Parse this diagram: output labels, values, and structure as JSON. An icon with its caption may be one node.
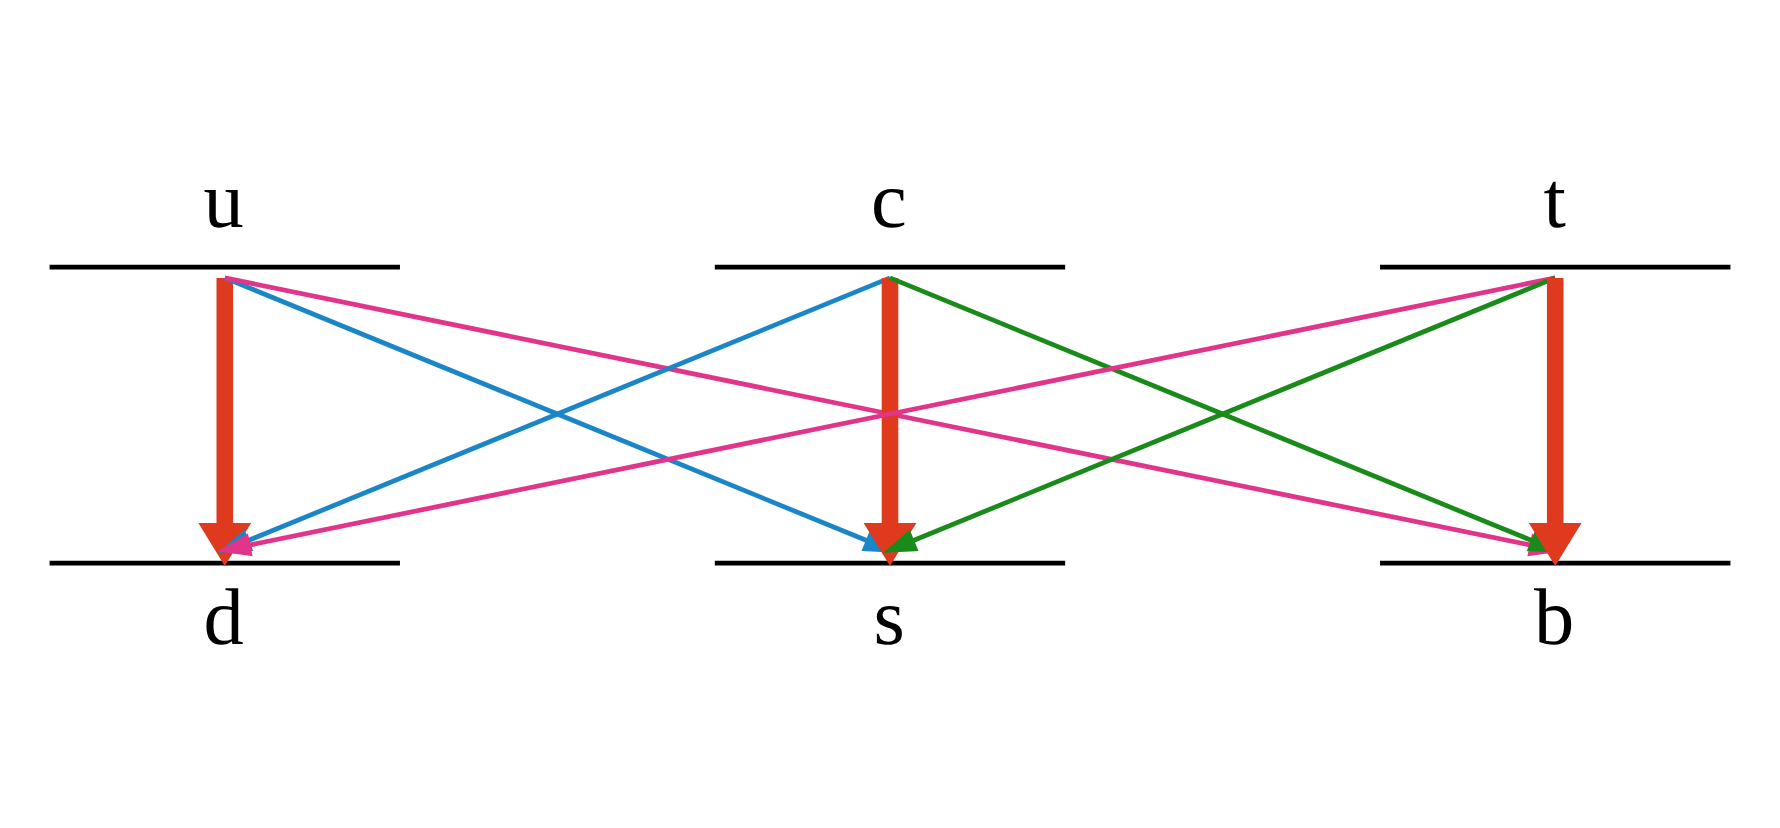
{
  "diagram": {
    "nodes": [
      {
        "text": [
          "u"
        ]
      },
      {
        "text": [
          "c"
        ]
      },
      {
        "text": [
          "t"
        ]
      },
      {
        "text": [
          "d"
        ]
      },
      {
        "text": [
          "s"
        ]
      },
      {
        "text": [
          "b"
        ]
      }
    ],
    "edges": [
      {
        "from": 0,
        "to": 3,
        "arrow": "to",
        "style": "thick",
        "color": "#e03a1e"
      },
      {
        "from": 0,
        "to": 4,
        "arrow": "to",
        "color": "#1a86c8"
      },
      {
        "from": 0,
        "to": 5,
        "arrow": "to",
        "color": "#e0358a"
      },
      {
        "from": 1,
        "to": 3,
        "arrow": "to",
        "color": "#1a86c8"
      },
      {
        "from": 1,
        "to": 4,
        "arrow": "to",
        "style": "thick",
        "color": "#e03a1e"
      },
      {
        "from": 1,
        "to": 5,
        "arrow": "to",
        "color": "#1a8a1a"
      },
      {
        "from": 2,
        "to": 3,
        "arrow": "to",
        "color": "#e0358a"
      },
      {
        "from": 2,
        "to": 4,
        "arrow": "to",
        "color": "#1a8a1a"
      },
      {
        "from": 2,
        "to": 5,
        "arrow": "to",
        "style": "thick",
        "color": "#e03a1e"
      }
    ]
  }
}
